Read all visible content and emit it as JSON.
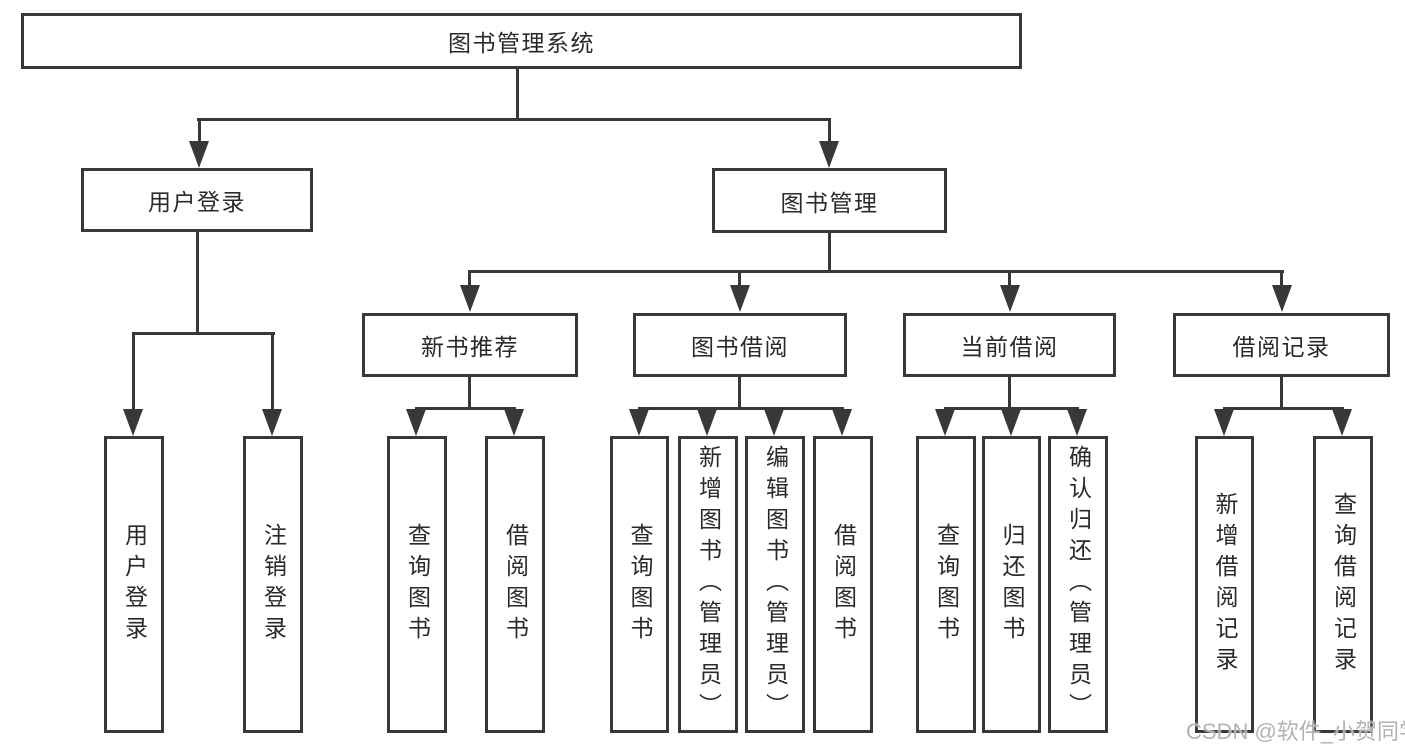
{
  "diagram": {
    "root": "图书管理系统",
    "branches": [
      {
        "label": "用户登录",
        "children": [
          "用户登录",
          "注销登录"
        ]
      },
      {
        "label": "图书管理",
        "sections": [
          {
            "label": "新书推荐",
            "children": [
              "查询图书",
              "借阅图书"
            ]
          },
          {
            "label": "图书借阅",
            "children": [
              "查询图书",
              "新增图书（管理员）",
              "编辑图书（管理员）",
              "借阅图书"
            ]
          },
          {
            "label": "当前借阅",
            "children": [
              "查询图书",
              "归还图书",
              "确认归还（管理员）"
            ]
          },
          {
            "label": "借阅记录",
            "children": [
              "新增借阅记录",
              "查询借阅记录"
            ]
          }
        ]
      }
    ]
  },
  "watermark": {
    "text": "CSDN @软件_小贺同学"
  },
  "colors": {
    "line": "#383838",
    "text": "#2a2a2a",
    "watermark": "#b3b3b3",
    "background": "#ffffff"
  }
}
